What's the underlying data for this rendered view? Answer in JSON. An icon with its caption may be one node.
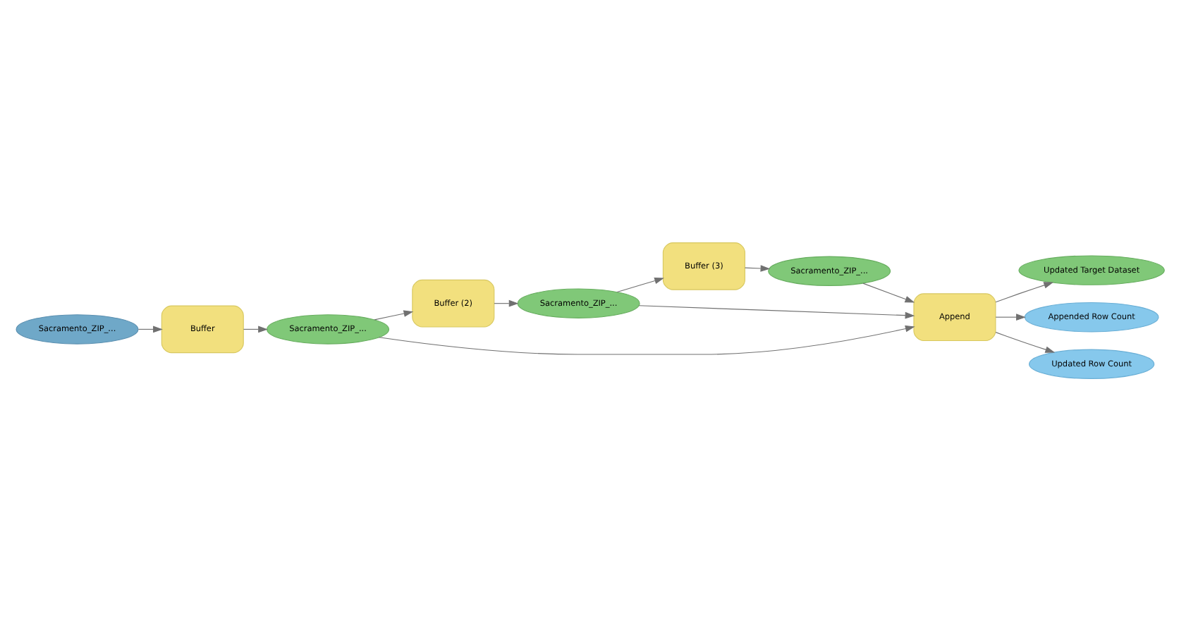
{
  "diagram": {
    "nodes": [
      {
        "text": [
          "Sacramento_ZIP_..."
        ]
      },
      {
        "text": [
          "Buffer"
        ]
      },
      {
        "text": [
          "Sacramento_ZIP_..."
        ]
      },
      {
        "text": [
          "Buffer (2)"
        ]
      },
      {
        "text": [
          "Sacramento_ZIP_..."
        ]
      },
      {
        "text": [
          "Buffer (3)"
        ]
      },
      {
        "text": [
          "Sacramento_ZIP_..."
        ]
      },
      {
        "text": [
          "Append"
        ]
      },
      {
        "text": [
          "Updated Target Dataset"
        ]
      },
      {
        "text": [
          "Appended Row Count"
        ]
      },
      {
        "text": [
          "Updated Row Count"
        ]
      }
    ],
    "edges": [
      {
        "from": 0,
        "to": 1,
        "arrow": "to"
      },
      {
        "from": 1,
        "to": 2,
        "arrow": "to"
      },
      {
        "from": 2,
        "to": 7,
        "arrow": "to"
      },
      {
        "from": 2,
        "to": 3,
        "arrow": "to"
      },
      {
        "from": 3,
        "to": 4,
        "arrow": "to"
      },
      {
        "from": 4,
        "to": 7,
        "arrow": "to"
      },
      {
        "from": 4,
        "to": 5,
        "arrow": "to"
      },
      {
        "from": 5,
        "to": 6,
        "arrow": "to"
      },
      {
        "from": 6,
        "to": 7,
        "arrow": "to"
      },
      {
        "from": 7,
        "to": 8,
        "arrow": "to"
      },
      {
        "from": 7,
        "to": 9,
        "arrow": "to"
      },
      {
        "from": 7,
        "to": 10,
        "arrow": "to"
      }
    ]
  }
}
